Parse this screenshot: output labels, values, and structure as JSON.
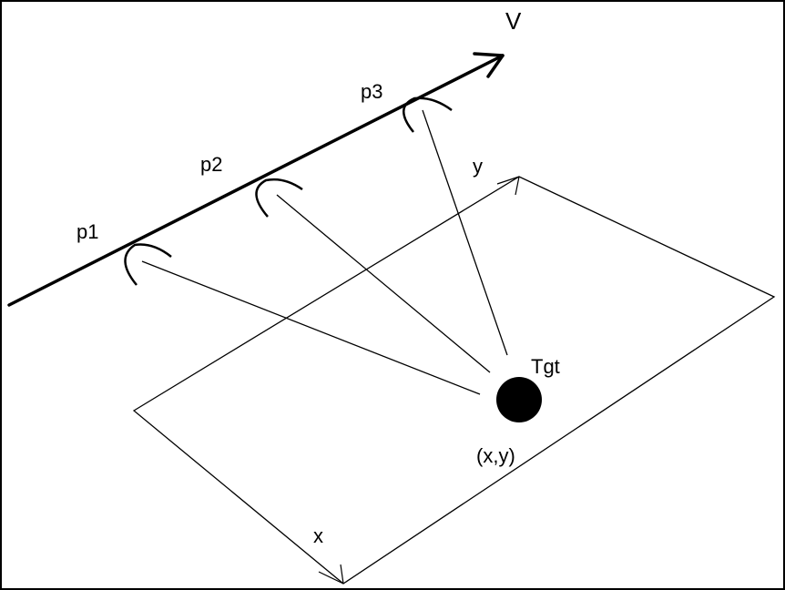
{
  "labels": {
    "velocity": "V",
    "p1": "p1",
    "p2": "p2",
    "p3": "p3",
    "y_axis": "y",
    "x_axis": "x",
    "target": "Tgt",
    "target_coords": "(x,y)"
  },
  "colors": {
    "ink": "#000000",
    "background": "#ffffff"
  }
}
